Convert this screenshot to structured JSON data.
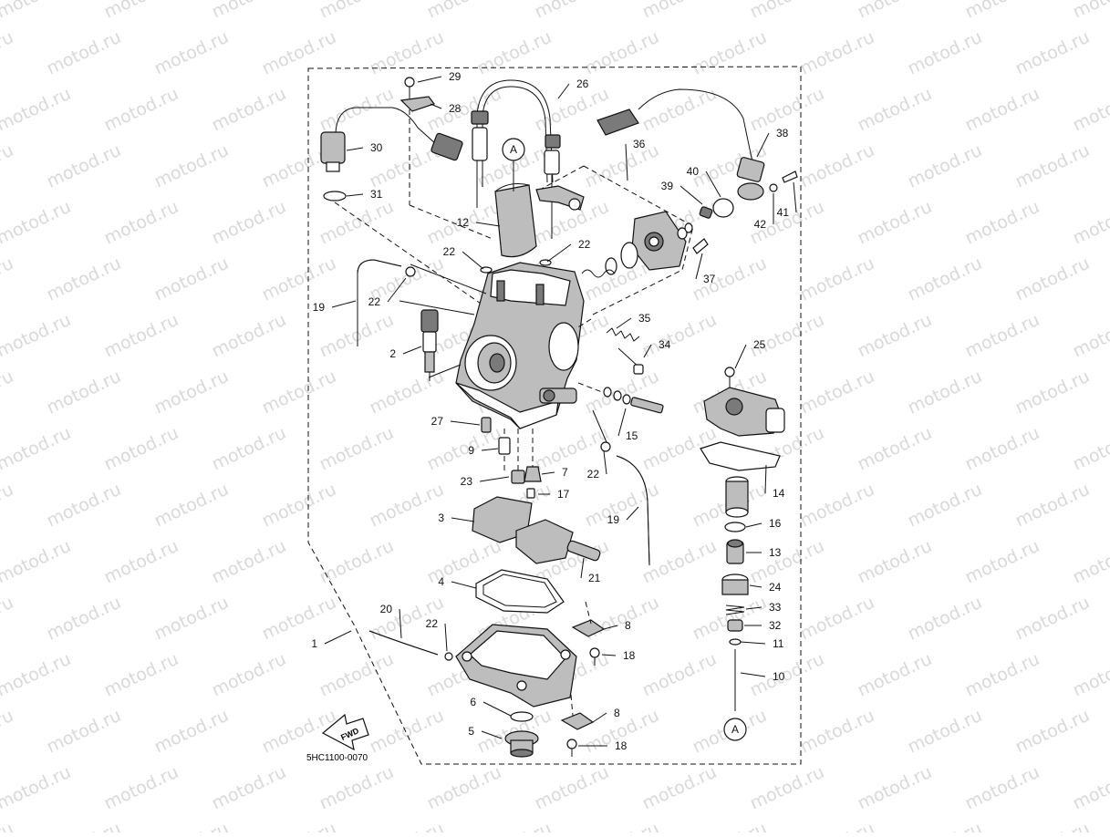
{
  "diagram": {
    "code": "5HC1100-0070",
    "fwd_label": "FWD",
    "watermark": "motod.ru",
    "ref_marker": "A",
    "colors": {
      "line": "#111111",
      "watermark": "#d9d9d9",
      "part_fill": "#bdbdbd",
      "part_dark": "#7a7a7a"
    }
  },
  "parts": [
    {
      "id": "p1",
      "label": "1"
    },
    {
      "id": "p2",
      "label": "2"
    },
    {
      "id": "p3",
      "label": "3"
    },
    {
      "id": "p4",
      "label": "4"
    },
    {
      "id": "p5",
      "label": "5"
    },
    {
      "id": "p6",
      "label": "6"
    },
    {
      "id": "p7",
      "label": "7"
    },
    {
      "id": "p8a",
      "label": "8"
    },
    {
      "id": "p8b",
      "label": "8"
    },
    {
      "id": "p9",
      "label": "9"
    },
    {
      "id": "p10",
      "label": "10"
    },
    {
      "id": "p11",
      "label": "11"
    },
    {
      "id": "p12",
      "label": "12"
    },
    {
      "id": "p13",
      "label": "13"
    },
    {
      "id": "p14",
      "label": "14"
    },
    {
      "id": "p15",
      "label": "15"
    },
    {
      "id": "p16",
      "label": "16"
    },
    {
      "id": "p17",
      "label": "17"
    },
    {
      "id": "p18a",
      "label": "18"
    },
    {
      "id": "p18b",
      "label": "18"
    },
    {
      "id": "p19a",
      "label": "19"
    },
    {
      "id": "p19b",
      "label": "19"
    },
    {
      "id": "p20",
      "label": "20"
    },
    {
      "id": "p21",
      "label": "21"
    },
    {
      "id": "p22a",
      "label": "22"
    },
    {
      "id": "p22b",
      "label": "22"
    },
    {
      "id": "p22c",
      "label": "22"
    },
    {
      "id": "p22d",
      "label": "22"
    },
    {
      "id": "p22e",
      "label": "22"
    },
    {
      "id": "p23",
      "label": "23"
    },
    {
      "id": "p24",
      "label": "24"
    },
    {
      "id": "p25",
      "label": "25"
    },
    {
      "id": "p26",
      "label": "26"
    },
    {
      "id": "p27",
      "label": "27"
    },
    {
      "id": "p28",
      "label": "28"
    },
    {
      "id": "p29",
      "label": "29"
    },
    {
      "id": "p30",
      "label": "30"
    },
    {
      "id": "p31",
      "label": "31"
    },
    {
      "id": "p32",
      "label": "32"
    },
    {
      "id": "p33",
      "label": "33"
    },
    {
      "id": "p34",
      "label": "34"
    },
    {
      "id": "p35",
      "label": "35"
    },
    {
      "id": "p36",
      "label": "36"
    },
    {
      "id": "p37",
      "label": "37"
    },
    {
      "id": "p38",
      "label": "38"
    },
    {
      "id": "p39",
      "label": "39"
    },
    {
      "id": "p40",
      "label": "40"
    },
    {
      "id": "p41",
      "label": "41"
    },
    {
      "id": "p42",
      "label": "42"
    }
  ]
}
